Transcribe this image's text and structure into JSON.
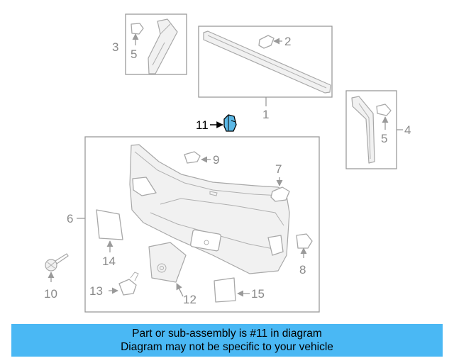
{
  "callouts": {
    "c1": "1",
    "c2": "2",
    "c3": "3",
    "c4": "4",
    "c5a": "5",
    "c5b": "5",
    "c6": "6",
    "c7": "7",
    "c8": "8",
    "c9": "9",
    "c10": "10",
    "c11": "11",
    "c12": "12",
    "c13": "13",
    "c14": "14",
    "c15": "15"
  },
  "highlight": {
    "part": "11",
    "color": "#5bb8e6"
  },
  "banner": {
    "line1": "Part or sub-assembly is #11 in diagram",
    "line2": "Diagram may not be specific to your vehicle",
    "color": "#4ab8f4"
  },
  "icons": {
    "arrow": "arrow-icon"
  }
}
